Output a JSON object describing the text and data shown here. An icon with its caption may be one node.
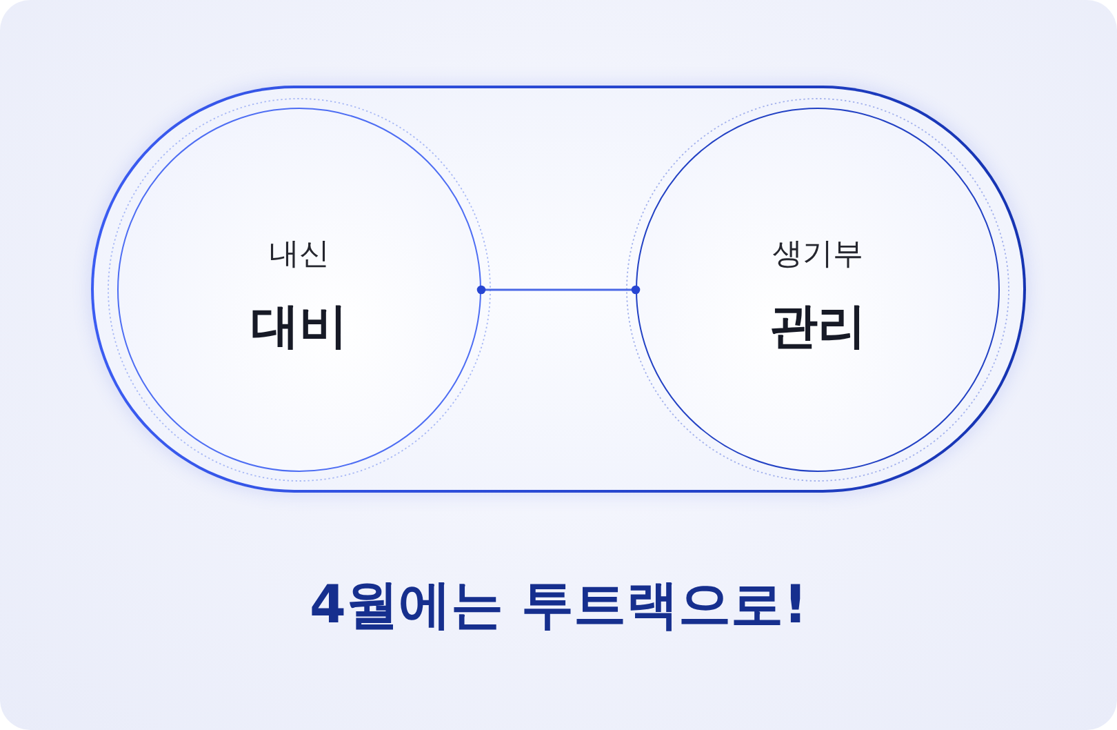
{
  "diagram": {
    "caption": "4월에는 투트랙으로!",
    "nodes": [
      {
        "text": [],
        "shape": "pill"
      },
      {
        "text": [
          "내신",
          "대비"
        ],
        "in": 0
      },
      {
        "text": [
          "생기부",
          "관리"
        ],
        "in": 0
      }
    ],
    "edges": [
      {
        "from": 1,
        "to": 2,
        "arrow": "other"
      }
    ]
  }
}
